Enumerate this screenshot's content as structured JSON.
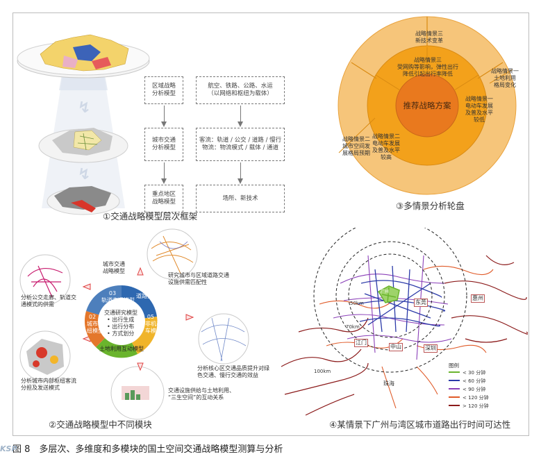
{
  "panel1": {
    "caption": "①交通战略模型层次框架",
    "left_boxes": [
      "区域战略\n分析模型",
      "城市交通\n分析模型",
      "重点地区\n战略模型"
    ],
    "right_boxes": [
      "航空、铁路、公路、水运\n（以网络和枢纽为载体）",
      "客流：轨道 / 公交 / 道路 / 慢行\n物流：物流模式 / 载体 / 通道",
      "场所、新技术"
    ]
  },
  "panel2": {
    "caption": "②交通战略模型中不同模块",
    "center_title": "交通研究模型",
    "center_bullets": [
      "• 出行生成",
      "• 出行分布",
      "• 方式划分"
    ],
    "modules": {
      "m01": {
        "num": "01",
        "label": "土地利用互动模型"
      },
      "m02": {
        "num": "02",
        "label": "城市枢\n纽模型"
      },
      "m03": {
        "num": "03",
        "label": "轨道交通模型"
      },
      "m04": {
        "num": "04",
        "label": "道路交通模型"
      },
      "m05": {
        "num": "05",
        "label": "非机动\n车模型"
      }
    },
    "notes": {
      "top": "城市交通\n战略模型",
      "top_right": "研究城市与区域道路交通\n设施供需匹配性",
      "left_upper": "分析公交走廊、轨道交\n通模式的供需",
      "left_lower": "分析城市内部枢纽客流\n分担及发送模式",
      "right": "分析核心区交通品质提升对绿\n色交通、慢行交通的效益",
      "bottom": "交通设施供给与土地利用、\n“三生空间”的互动关系"
    }
  },
  "panel3": {
    "caption": "③多情景分析轮盘",
    "center": "推荐战略方案",
    "outer": {
      "top": "战略情景三\n新技术变革",
      "right": "战略情景一\n土地利用\n格局变化",
      "left": "战略情景二\n城市空间发\n展格局预期"
    },
    "inner": {
      "top": "战略情景三\n受网购等影响，弹性出行\n降低引起出行率降低",
      "right": "战略情景一\n电动车发展\n及普及水平\n较低",
      "left": "战略情景二\n电动车发展\n及普及水平\n较高"
    },
    "colors": {
      "outer": "#f6c57a",
      "inner": "#f3a11b",
      "center": "#e9791e"
    }
  },
  "panel4": {
    "caption": "④某情景下广州与湾区城市道路出行时间可达性",
    "rings": [
      "50km",
      "70km",
      "100km"
    ],
    "cities": [
      "广州",
      "东莞",
      "惠州",
      "江门",
      "中山",
      "深圳",
      "珠海"
    ],
    "legend_title": "图例",
    "legend": [
      {
        "label": "< 30 分钟",
        "color": "#6ab42d"
      },
      {
        "label": "< 60 分钟",
        "color": "#2b3aa8"
      },
      {
        "label": "< 90 分钟",
        "color": "#8a3fb8"
      },
      {
        "label": "< 120 分钟",
        "color": "#e05a28"
      },
      {
        "label": "> 120 分钟",
        "color": "#8b1a1a"
      }
    ]
  },
  "figure_caption": "图 8　多层次、多维度和多模块的国土空间交通战略模型测算与分析",
  "watermark": "KSP"
}
